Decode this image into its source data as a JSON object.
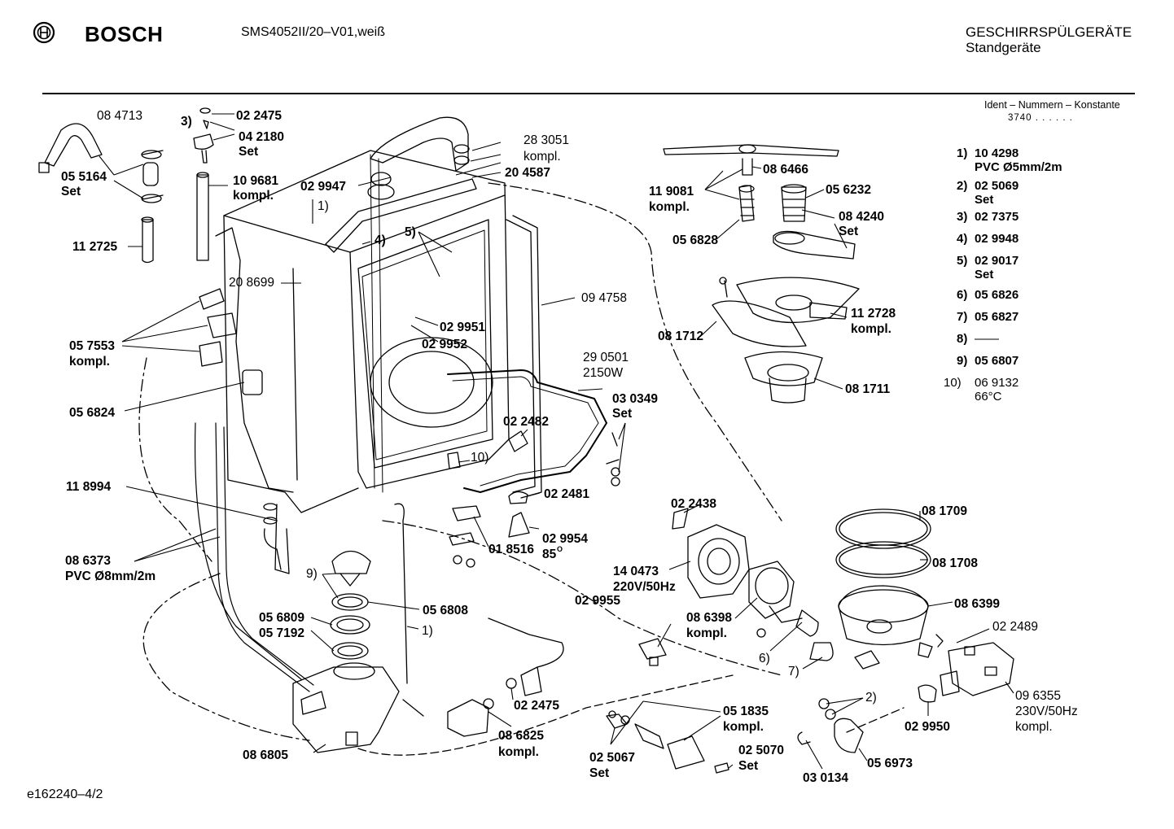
{
  "header": {
    "brand": "BOSCH",
    "model": "SMS4052II/20–V01,weiß",
    "category": "GESCHIRRSPÜLGERÄTE",
    "subcategory": "Standgeräte"
  },
  "ident": {
    "label": "Ident – Nummern – Konstante",
    "value": "3740 . . . . . ."
  },
  "footer": {
    "doc_id": "e162240–4/2"
  },
  "legend": [
    {
      "key": "1)",
      "value": "10 4298",
      "sub": "PVC Ø5mm/2m"
    },
    {
      "key": "2)",
      "value": "02 5069",
      "sub": "Set"
    },
    {
      "key": "3)",
      "value": "02 7375",
      "sub": ""
    },
    {
      "key": "4)",
      "value": "02 9948",
      "sub": ""
    },
    {
      "key": "5)",
      "value": "02 9017",
      "sub": "Set"
    },
    {
      "key": "6)",
      "value": "05 6826",
      "sub": ""
    },
    {
      "key": "7)",
      "value": "05 6827",
      "sub": ""
    },
    {
      "key": "8)",
      "value": "——",
      "sub": ""
    },
    {
      "key": "9)",
      "value": "05 6807",
      "sub": ""
    },
    {
      "key": "10)",
      "value": "06 9132",
      "sub": "66°C"
    }
  ],
  "labels": [
    {
      "id": "l084713",
      "text": "08 4713"
    },
    {
      "id": "l022475a",
      "text": "02 2475"
    },
    {
      "id": "l3a",
      "text": "3)"
    },
    {
      "id": "l042180",
      "text": "04 2180"
    },
    {
      "id": "l042180s",
      "text": "Set"
    },
    {
      "id": "l055164",
      "text": "05 5164"
    },
    {
      "id": "l055164s",
      "text": "Set"
    },
    {
      "id": "l109681",
      "text": "10 9681"
    },
    {
      "id": "l109681k",
      "text": "kompl."
    },
    {
      "id": "l112725",
      "text": "11 2725"
    },
    {
      "id": "l283051",
      "text": "28 3051"
    },
    {
      "id": "l283051k",
      "text": "kompl."
    },
    {
      "id": "l029947",
      "text": "02 9947"
    },
    {
      "id": "l204587",
      "text": "20 4587"
    },
    {
      "id": "l1a",
      "text": "1)"
    },
    {
      "id": "l4",
      "text": "4)"
    },
    {
      "id": "l5",
      "text": "5)"
    },
    {
      "id": "l208699",
      "text": "20 8699"
    },
    {
      "id": "l094758",
      "text": "09 4758"
    },
    {
      "id": "l029951",
      "text": "02 9951"
    },
    {
      "id": "l029952",
      "text": "02 9952"
    },
    {
      "id": "l057553",
      "text": "05 7553"
    },
    {
      "id": "l057553k",
      "text": "kompl."
    },
    {
      "id": "l056824",
      "text": "05 6824"
    },
    {
      "id": "l290501",
      "text": "29 0501"
    },
    {
      "id": "l2150w",
      "text": "2150W"
    },
    {
      "id": "l030349",
      "text": "03 0349"
    },
    {
      "id": "l030349s",
      "text": "Set"
    },
    {
      "id": "l022482",
      "text": "02 2482"
    },
    {
      "id": "l10",
      "text": "10)"
    },
    {
      "id": "l022481",
      "text": "02 2481"
    },
    {
      "id": "l118994",
      "text": "11 8994"
    },
    {
      "id": "l086373",
      "text": "08 6373"
    },
    {
      "id": "l086373p",
      "text": "PVC Ø8mm/2m"
    },
    {
      "id": "l029954",
      "text": "02 9954"
    },
    {
      "id": "l85",
      "text": "85"
    },
    {
      "id": "l85deg",
      "text": "O"
    },
    {
      "id": "l018516",
      "text": "01 8516"
    },
    {
      "id": "l9",
      "text": "9)"
    },
    {
      "id": "l056809",
      "text": "05 6809"
    },
    {
      "id": "l056808",
      "text": "05 6808"
    },
    {
      "id": "l057192",
      "text": "05 7192"
    },
    {
      "id": "l1b",
      "text": "1)"
    },
    {
      "id": "l022475b",
      "text": "02 2475"
    },
    {
      "id": "l086825",
      "text": "08 6825"
    },
    {
      "id": "l086825k",
      "text": "kompl."
    },
    {
      "id": "l086805",
      "text": "08 6805"
    },
    {
      "id": "l025067",
      "text": "02 5067"
    },
    {
      "id": "l025067s",
      "text": "Set"
    },
    {
      "id": "l051835",
      "text": "05 1835"
    },
    {
      "id": "l051835k",
      "text": "kompl."
    },
    {
      "id": "l025070",
      "text": "02 5070"
    },
    {
      "id": "l025070s",
      "text": "Set"
    },
    {
      "id": "l030134",
      "text": "03 0134"
    },
    {
      "id": "l056973",
      "text": "05 6973"
    },
    {
      "id": "l029950",
      "text": "02 9950"
    },
    {
      "id": "l2",
      "text": "2)"
    },
    {
      "id": "l096355",
      "text": "09 6355"
    },
    {
      "id": "l096355v",
      "text": "230V/50Hz"
    },
    {
      "id": "l096355k",
      "text": "kompl."
    },
    {
      "id": "l022489",
      "text": "02 2489"
    },
    {
      "id": "l086399",
      "text": "08 6399"
    },
    {
      "id": "l081708",
      "text": "08 1708"
    },
    {
      "id": "l081709",
      "text": "08 1709"
    },
    {
      "id": "l022438",
      "text": "02 2438"
    },
    {
      "id": "l140473",
      "text": "14 0473"
    },
    {
      "id": "l140473v",
      "text": "220V/50Hz"
    },
    {
      "id": "l029955",
      "text": "02 9955"
    },
    {
      "id": "l086398",
      "text": "08 6398"
    },
    {
      "id": "l086398k",
      "text": "kompl."
    },
    {
      "id": "l6",
      "text": "6)"
    },
    {
      "id": "l7",
      "text": "7)"
    },
    {
      "id": "l119081",
      "text": "11 9081"
    },
    {
      "id": "l119081k",
      "text": "kompl."
    },
    {
      "id": "l086466",
      "text": "08 6466"
    },
    {
      "id": "l056232",
      "text": "05 6232"
    },
    {
      "id": "l084240",
      "text": "08 4240"
    },
    {
      "id": "l084240s",
      "text": "Set"
    },
    {
      "id": "l056828",
      "text": "05 6828"
    },
    {
      "id": "l112728",
      "text": "11 2728"
    },
    {
      "id": "l112728k",
      "text": "kompl."
    },
    {
      "id": "l081712",
      "text": "08 1712"
    },
    {
      "id": "l081711",
      "text": "08 1711"
    }
  ]
}
